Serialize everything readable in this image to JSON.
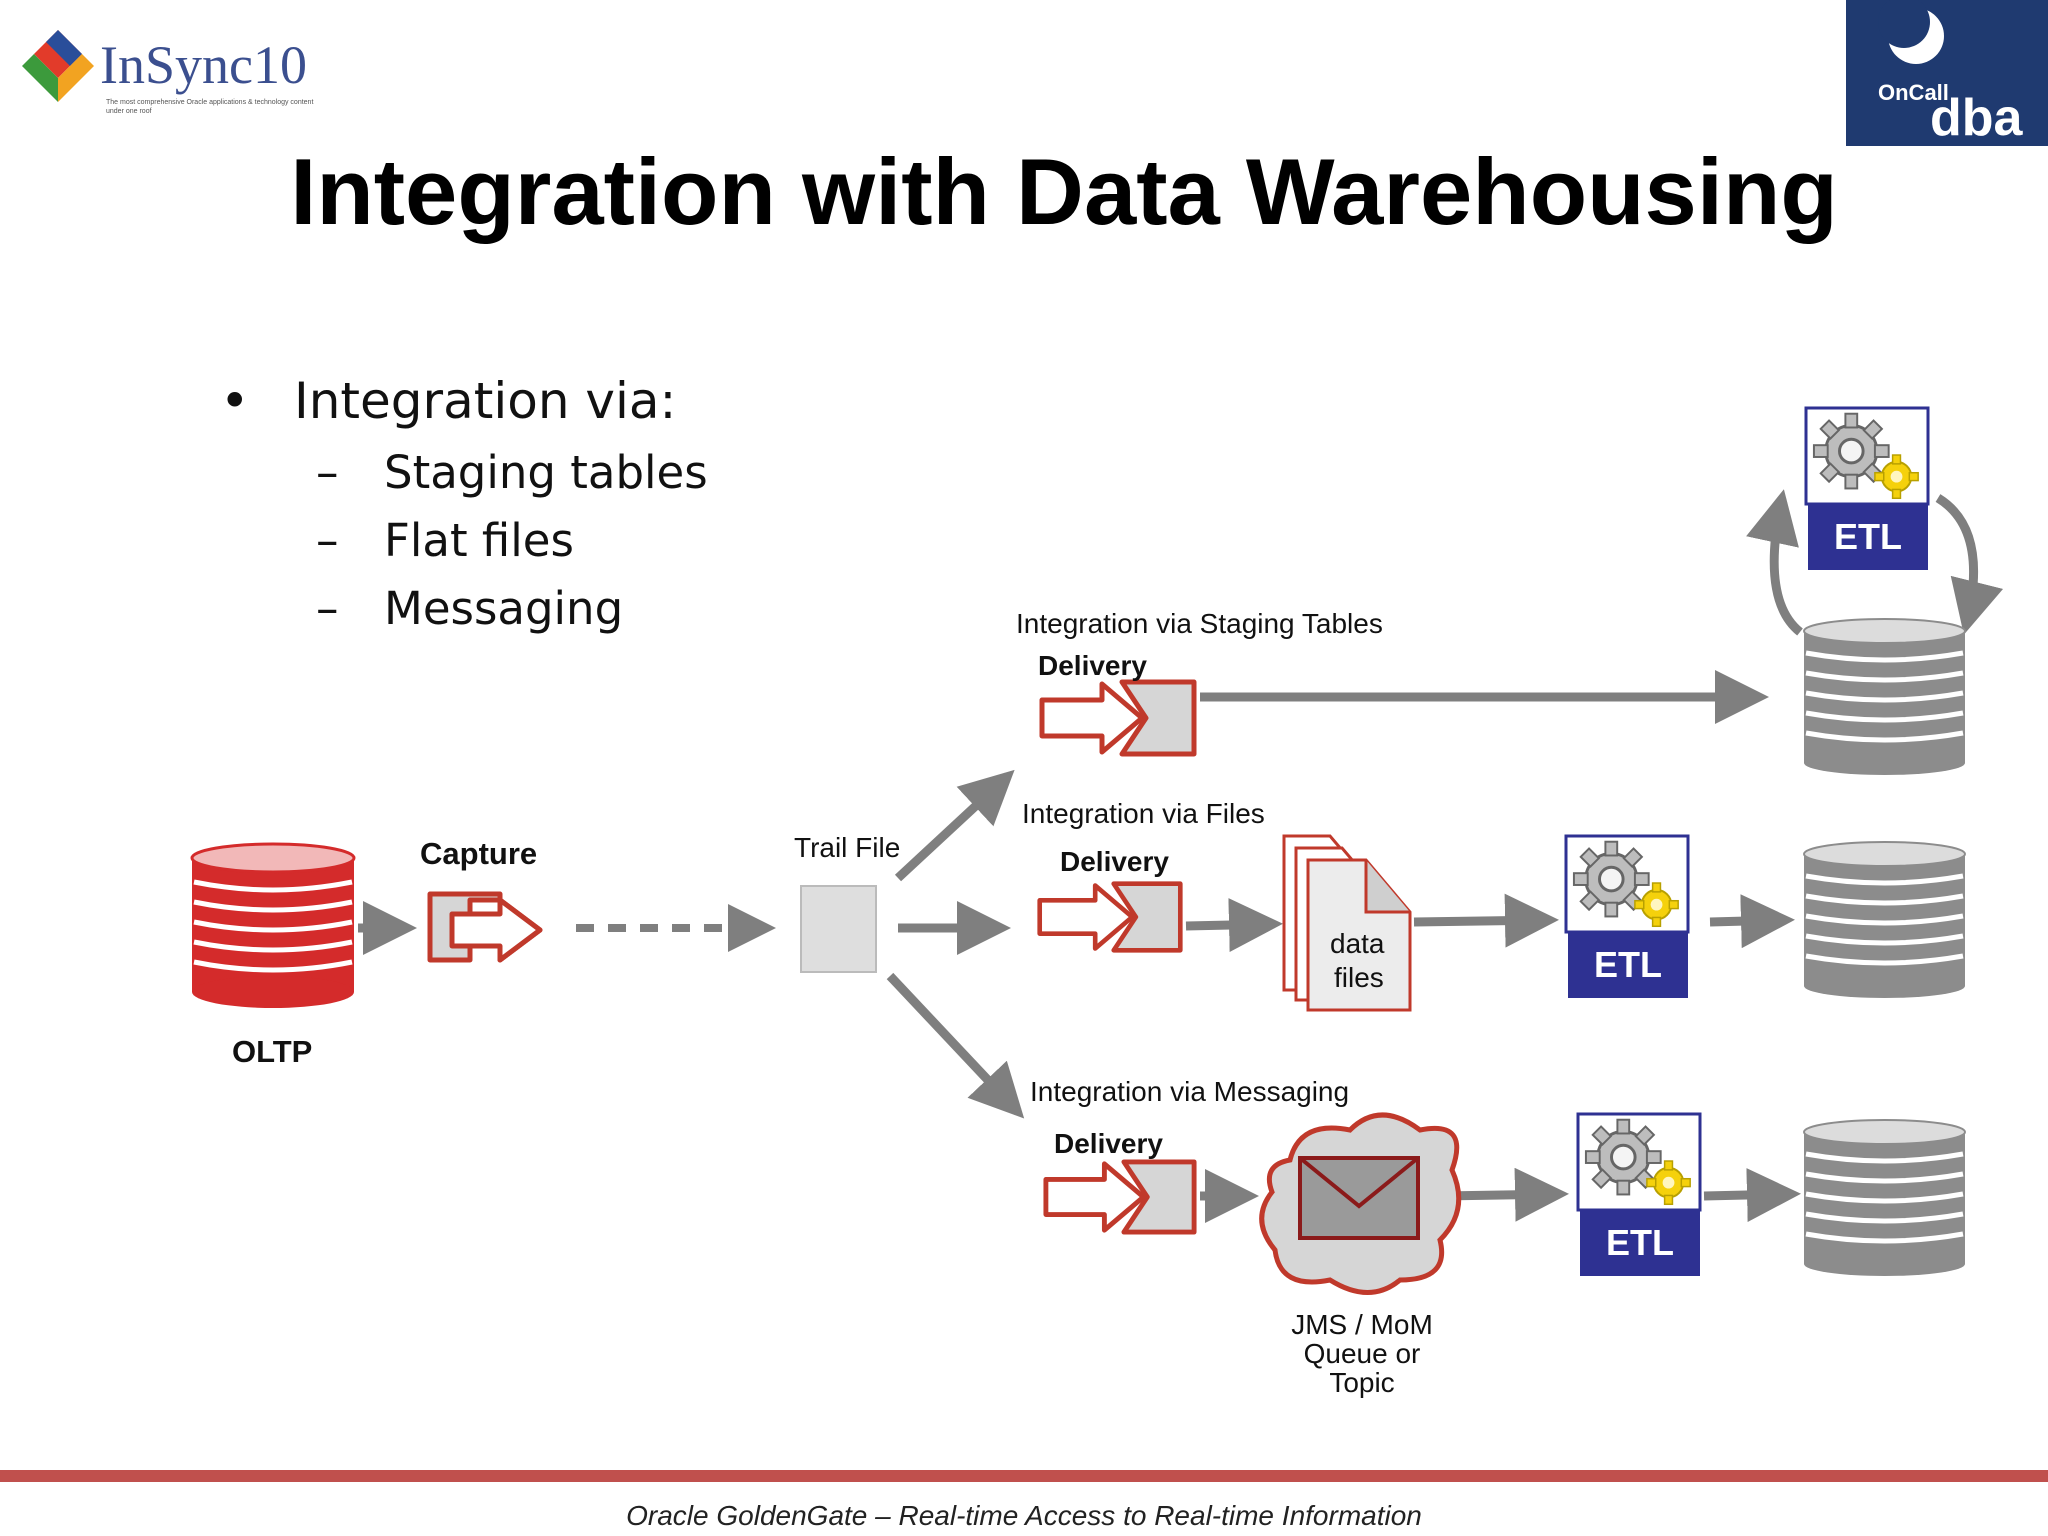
{
  "slide": {
    "title": "Integration with Data Warehousing",
    "bullets": {
      "main": "Integration via:",
      "bullet_glyph": "•",
      "dash_glyph": "–",
      "items": [
        "Staging tables",
        "Flat files",
        "Messaging"
      ]
    },
    "footer": "Oracle GoldenGate – Real-time Access to Real-time Information"
  },
  "logos": {
    "insync": {
      "text": "InSync10",
      "tagline": "The most comprehensive Oracle applications & technology content under one roof"
    },
    "oncall": {
      "small": "OnCall",
      "big": "dba"
    }
  },
  "diagram": {
    "oltp_label": "OLTP",
    "capture_label": "Capture",
    "trail_label": "Trail File",
    "staging_title": "Integration via Staging Tables",
    "files_title": "Integration via Files",
    "messaging_title": "Integration via Messaging",
    "delivery_label": "Delivery",
    "data_files_line1": "data",
    "data_files_line2": "files",
    "etl_label": "ETL",
    "jms_line1": "JMS / MoM",
    "jms_line2": "Queue or",
    "jms_line3": "Topic"
  },
  "colors": {
    "oltp_red": "#d42b2b",
    "capture_red": "#c0392b",
    "arrow_gray": "#7f7f7f",
    "etl_blue": "#2e3192",
    "oncall_navy": "#1f3a70",
    "footer_red": "#c0504d"
  }
}
